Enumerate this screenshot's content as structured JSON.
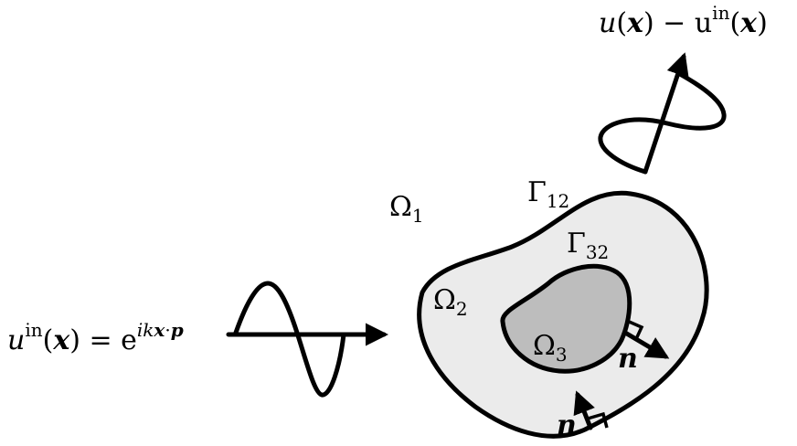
{
  "colors": {
    "outer_domain_fill": "#ebebeb",
    "inner_domain_fill": "#bdbdbd",
    "stroke": "#000000",
    "background": "#ffffff"
  },
  "labels": {
    "omega1": {
      "base": "Ω",
      "sub": "1"
    },
    "omega2": {
      "base": "Ω",
      "sub": "2"
    },
    "omega3": {
      "base": "Ω",
      "sub": "3"
    },
    "gamma12": {
      "base": "Γ",
      "sub": "12"
    },
    "gamma32": {
      "base": "Γ",
      "sub": "32"
    },
    "normal_inner": "n",
    "normal_outer": "n"
  },
  "incident_wave": {
    "u": "u",
    "sup": "in",
    "lparen": "(",
    "x": "x",
    "rparen_eq": ") = e",
    "exp_ik": "ik",
    "exp_x": "x",
    "exp_dot": "·",
    "exp_p": "p"
  },
  "scattered_wave": {
    "u": "u",
    "lparen": "(",
    "x": "x",
    "rparen_minus": ") − u",
    "sup": "in",
    "lparen2": "(",
    "x2": "x",
    "rparen2": ")"
  }
}
